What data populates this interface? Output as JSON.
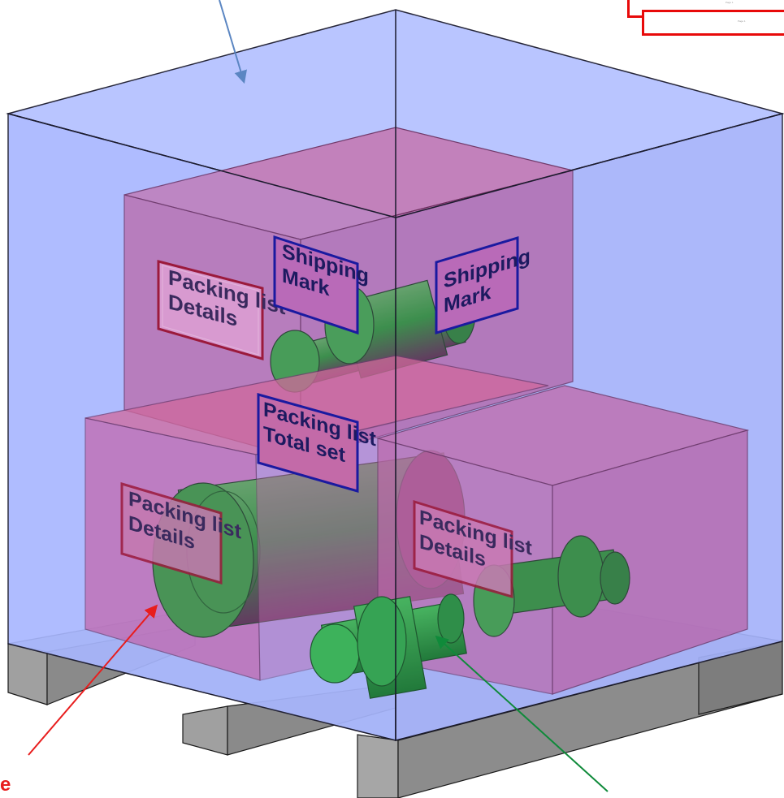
{
  "labels": {
    "shipping_mark_left": [
      "Shipping",
      "Mark"
    ],
    "shipping_mark_right": [
      "Shipping",
      "Mark"
    ],
    "packing_list_top": [
      "Packing list",
      "Details"
    ],
    "packing_list_total": [
      "Packing list",
      "Total set"
    ],
    "packing_list_left": [
      "Packing list",
      "Details"
    ],
    "packing_list_right": [
      "Packing list",
      "Details"
    ]
  },
  "caption_partial": "e",
  "documents": {
    "page1": "Page 1",
    "page2": "Page 1"
  },
  "colors": {
    "outer_case_fill": "#b3c0ff",
    "outer_case_edge": "#1b1b2e",
    "inner_box_fill": "#c060a8",
    "inner_box_edge": "#6a2b5a",
    "part_fill": "#2f9a3a",
    "pallet_fill": "#8c8c8c",
    "arrow_blue": "#5b86c2",
    "arrow_red": "#e81d1d",
    "arrow_green": "#0f8a3a",
    "doc_border": "#e80a0a",
    "label_frame_blue": "#1a1aa0",
    "label_frame_red": "#9b1a3c"
  }
}
